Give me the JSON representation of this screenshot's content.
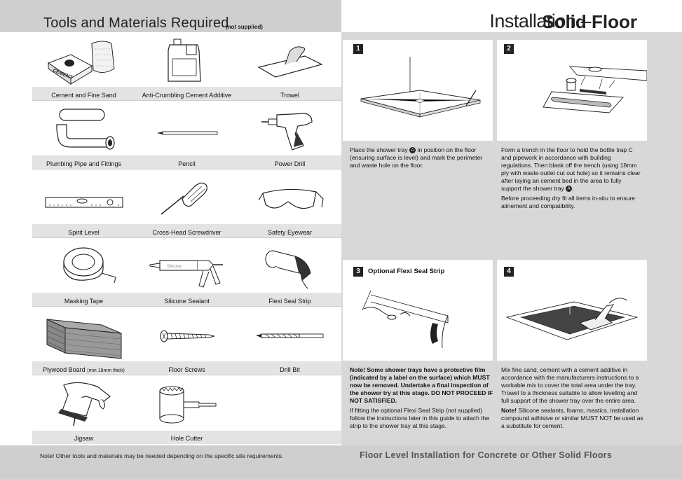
{
  "left": {
    "title": "Tools and Materials Required",
    "subtitle": "(not supplied)",
    "footer_note": "Note! Other tools and materials may be needed depending on the specific site requirements.",
    "tools": [
      {
        "label": "Cement and Fine Sand",
        "icon": "cement-sand-icon"
      },
      {
        "label": "Anti-Crumbling Cement Additive",
        "icon": "additive-jug-icon"
      },
      {
        "label": "Trowel",
        "icon": "trowel-icon"
      },
      {
        "label": "Plumbing Pipe and Fittings",
        "icon": "pipe-icon"
      },
      {
        "label": "Pencil",
        "icon": "pencil-icon"
      },
      {
        "label": "Power Drill",
        "icon": "drill-icon"
      },
      {
        "label": "Spirit Level",
        "icon": "spirit-level-icon"
      },
      {
        "label": "Cross-Head Screwdriver",
        "icon": "screwdriver-icon"
      },
      {
        "label": "Safety Eyewear",
        "icon": "eyewear-icon"
      },
      {
        "label": "Masking Tape",
        "icon": "tape-icon"
      },
      {
        "label": "Silicone Sealant",
        "icon": "sealant-gun-icon"
      },
      {
        "label": "Flexi Seal Strip",
        "icon": "seal-strip-icon"
      },
      {
        "label": "Plywood Board",
        "small": "(min 18mm thick)",
        "icon": "plywood-icon"
      },
      {
        "label": "Floor Screws",
        "icon": "screw-icon"
      },
      {
        "label": "Drill Bit",
        "icon": "drill-bit-icon"
      },
      {
        "label": "Jigsaw",
        "icon": "jigsaw-icon"
      },
      {
        "label": "Hole Cutter",
        "icon": "hole-cutter-icon"
      }
    ],
    "cement_bag_text": "CEMENT",
    "sealant_text": "Silicone"
  },
  "right": {
    "title": "Installation",
    "dash": "–",
    "title_bold": "Solid Floor",
    "footer": "Floor Level Installation for Concrete or Other Solid Floors",
    "steps": [
      {
        "num": "1"
      },
      {
        "num": "2"
      },
      {
        "num": "3",
        "title": "Optional Flexi Seal Strip"
      },
      {
        "num": "4"
      }
    ],
    "step1_text": {
      "a": "Place the shower tray",
      "b": "in position on the floor (ensuring surface is level) and mark the perimeter and waste hole on the floor."
    },
    "step2_text": {
      "p1a": "Form a trench in the floor to hold the bottle trap C and pipework in accordance with building regulations. Then blank off the trench (using 18mm ply with waste outlet cut out hole) so it remains clear after laying an cement bed in the area to fully support the shower tray",
      "p1b": ".",
      "p2": "Before proceeding dry fit all items in-situ to ensure alinement and compatibility."
    },
    "step3_text": {
      "bold": "Note!  Some shower trays have a protective film (indicated by a label on the surface) which MUST now be removed. Undertake a final inspection of the shower try at this stage. DO NOT PROCEED IF NOT SATISFIED.",
      "p2": "If fitting the optional Flexi Seal Strip (not supplied) follow the instructions later in this guide to attach the strip to the shower tray at this stage."
    },
    "step4_text": {
      "p1": "Mix fine sand, cement with a cement additive in accordance with the manufacturers instructions to a workable mix to cover the total area under the tray. Trowel to a thickness suitable to allow levelling and full support of the shower tray over the entire area.",
      "note_label": "Note!",
      "p2": "Silicone sealants, foams, mastics, installation compound adhisive or similar MUST NOT be used as a substitute for cement."
    },
    "marker_a": "A"
  }
}
